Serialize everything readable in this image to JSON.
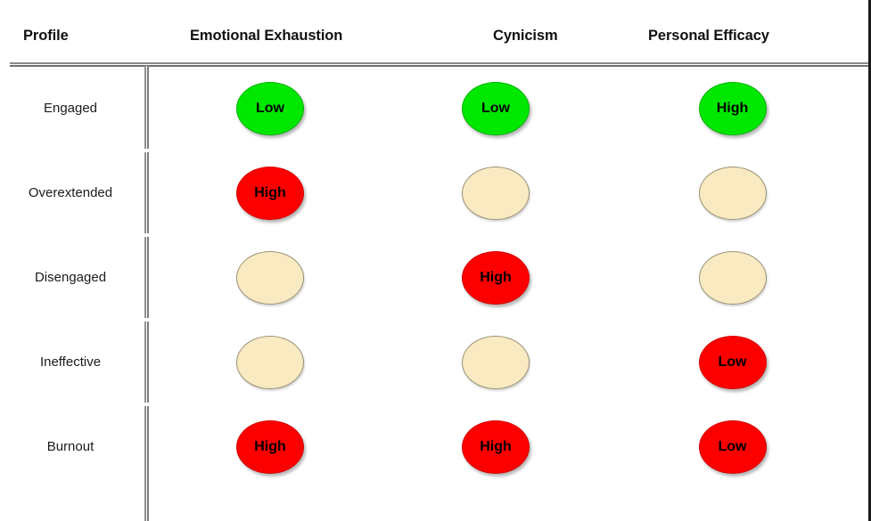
{
  "table": {
    "headers": [
      {
        "label": "Profile"
      },
      {
        "label": "Emotional Exhaustion"
      },
      {
        "label": "Cynicism"
      },
      {
        "label": "Personal Efficacy"
      }
    ],
    "rows": [
      {
        "profile": "Engaged",
        "cells": [
          {
            "value": "Low",
            "state": "low-good"
          },
          {
            "value": "Low",
            "state": "low-good"
          },
          {
            "value": "High",
            "state": "high-good"
          }
        ]
      },
      {
        "profile": "Overextended",
        "cells": [
          {
            "value": "High",
            "state": "bad"
          },
          {
            "value": "",
            "state": "neutral"
          },
          {
            "value": "",
            "state": "neutral"
          }
        ]
      },
      {
        "profile": "Disengaged",
        "cells": [
          {
            "value": "",
            "state": "neutral"
          },
          {
            "value": "High",
            "state": "bad"
          },
          {
            "value": "",
            "state": "neutral"
          }
        ]
      },
      {
        "profile": "Ineffective",
        "cells": [
          {
            "value": "",
            "state": "neutral"
          },
          {
            "value": "",
            "state": "neutral"
          },
          {
            "value": "Low",
            "state": "bad"
          }
        ]
      },
      {
        "profile": "Burnout",
        "cells": [
          {
            "value": "High",
            "state": "bad"
          },
          {
            "value": "High",
            "state": "bad"
          },
          {
            "value": "Low",
            "state": "bad"
          }
        ]
      }
    ]
  },
  "colors": {
    "good": "#00E800",
    "bad": "#FC0000",
    "neutral": "#FAEAC2",
    "rule": "#8a8a8a",
    "text": "#111111"
  }
}
